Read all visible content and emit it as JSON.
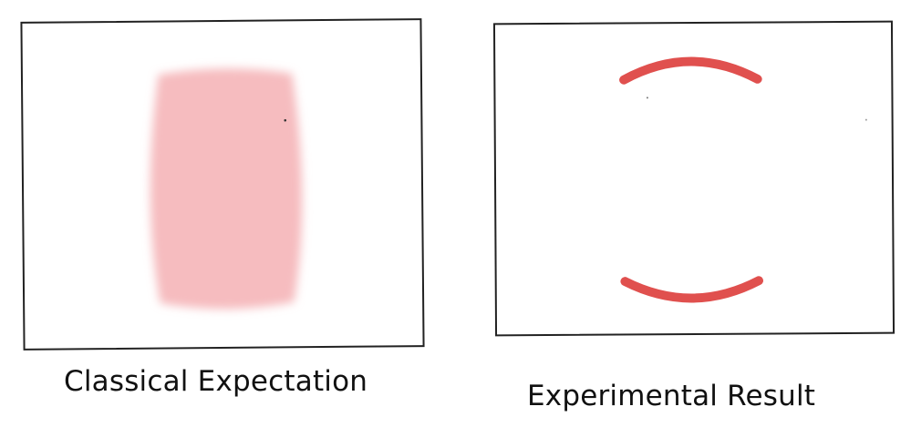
{
  "panels": [
    {
      "caption": "Classical Expectation",
      "pattern": "diffuse-rectangle",
      "pattern_color": "#f4a9ad"
    },
    {
      "caption": "Experimental Result",
      "pattern": "two-curved-arcs",
      "pattern_color": "#e0504e"
    }
  ]
}
